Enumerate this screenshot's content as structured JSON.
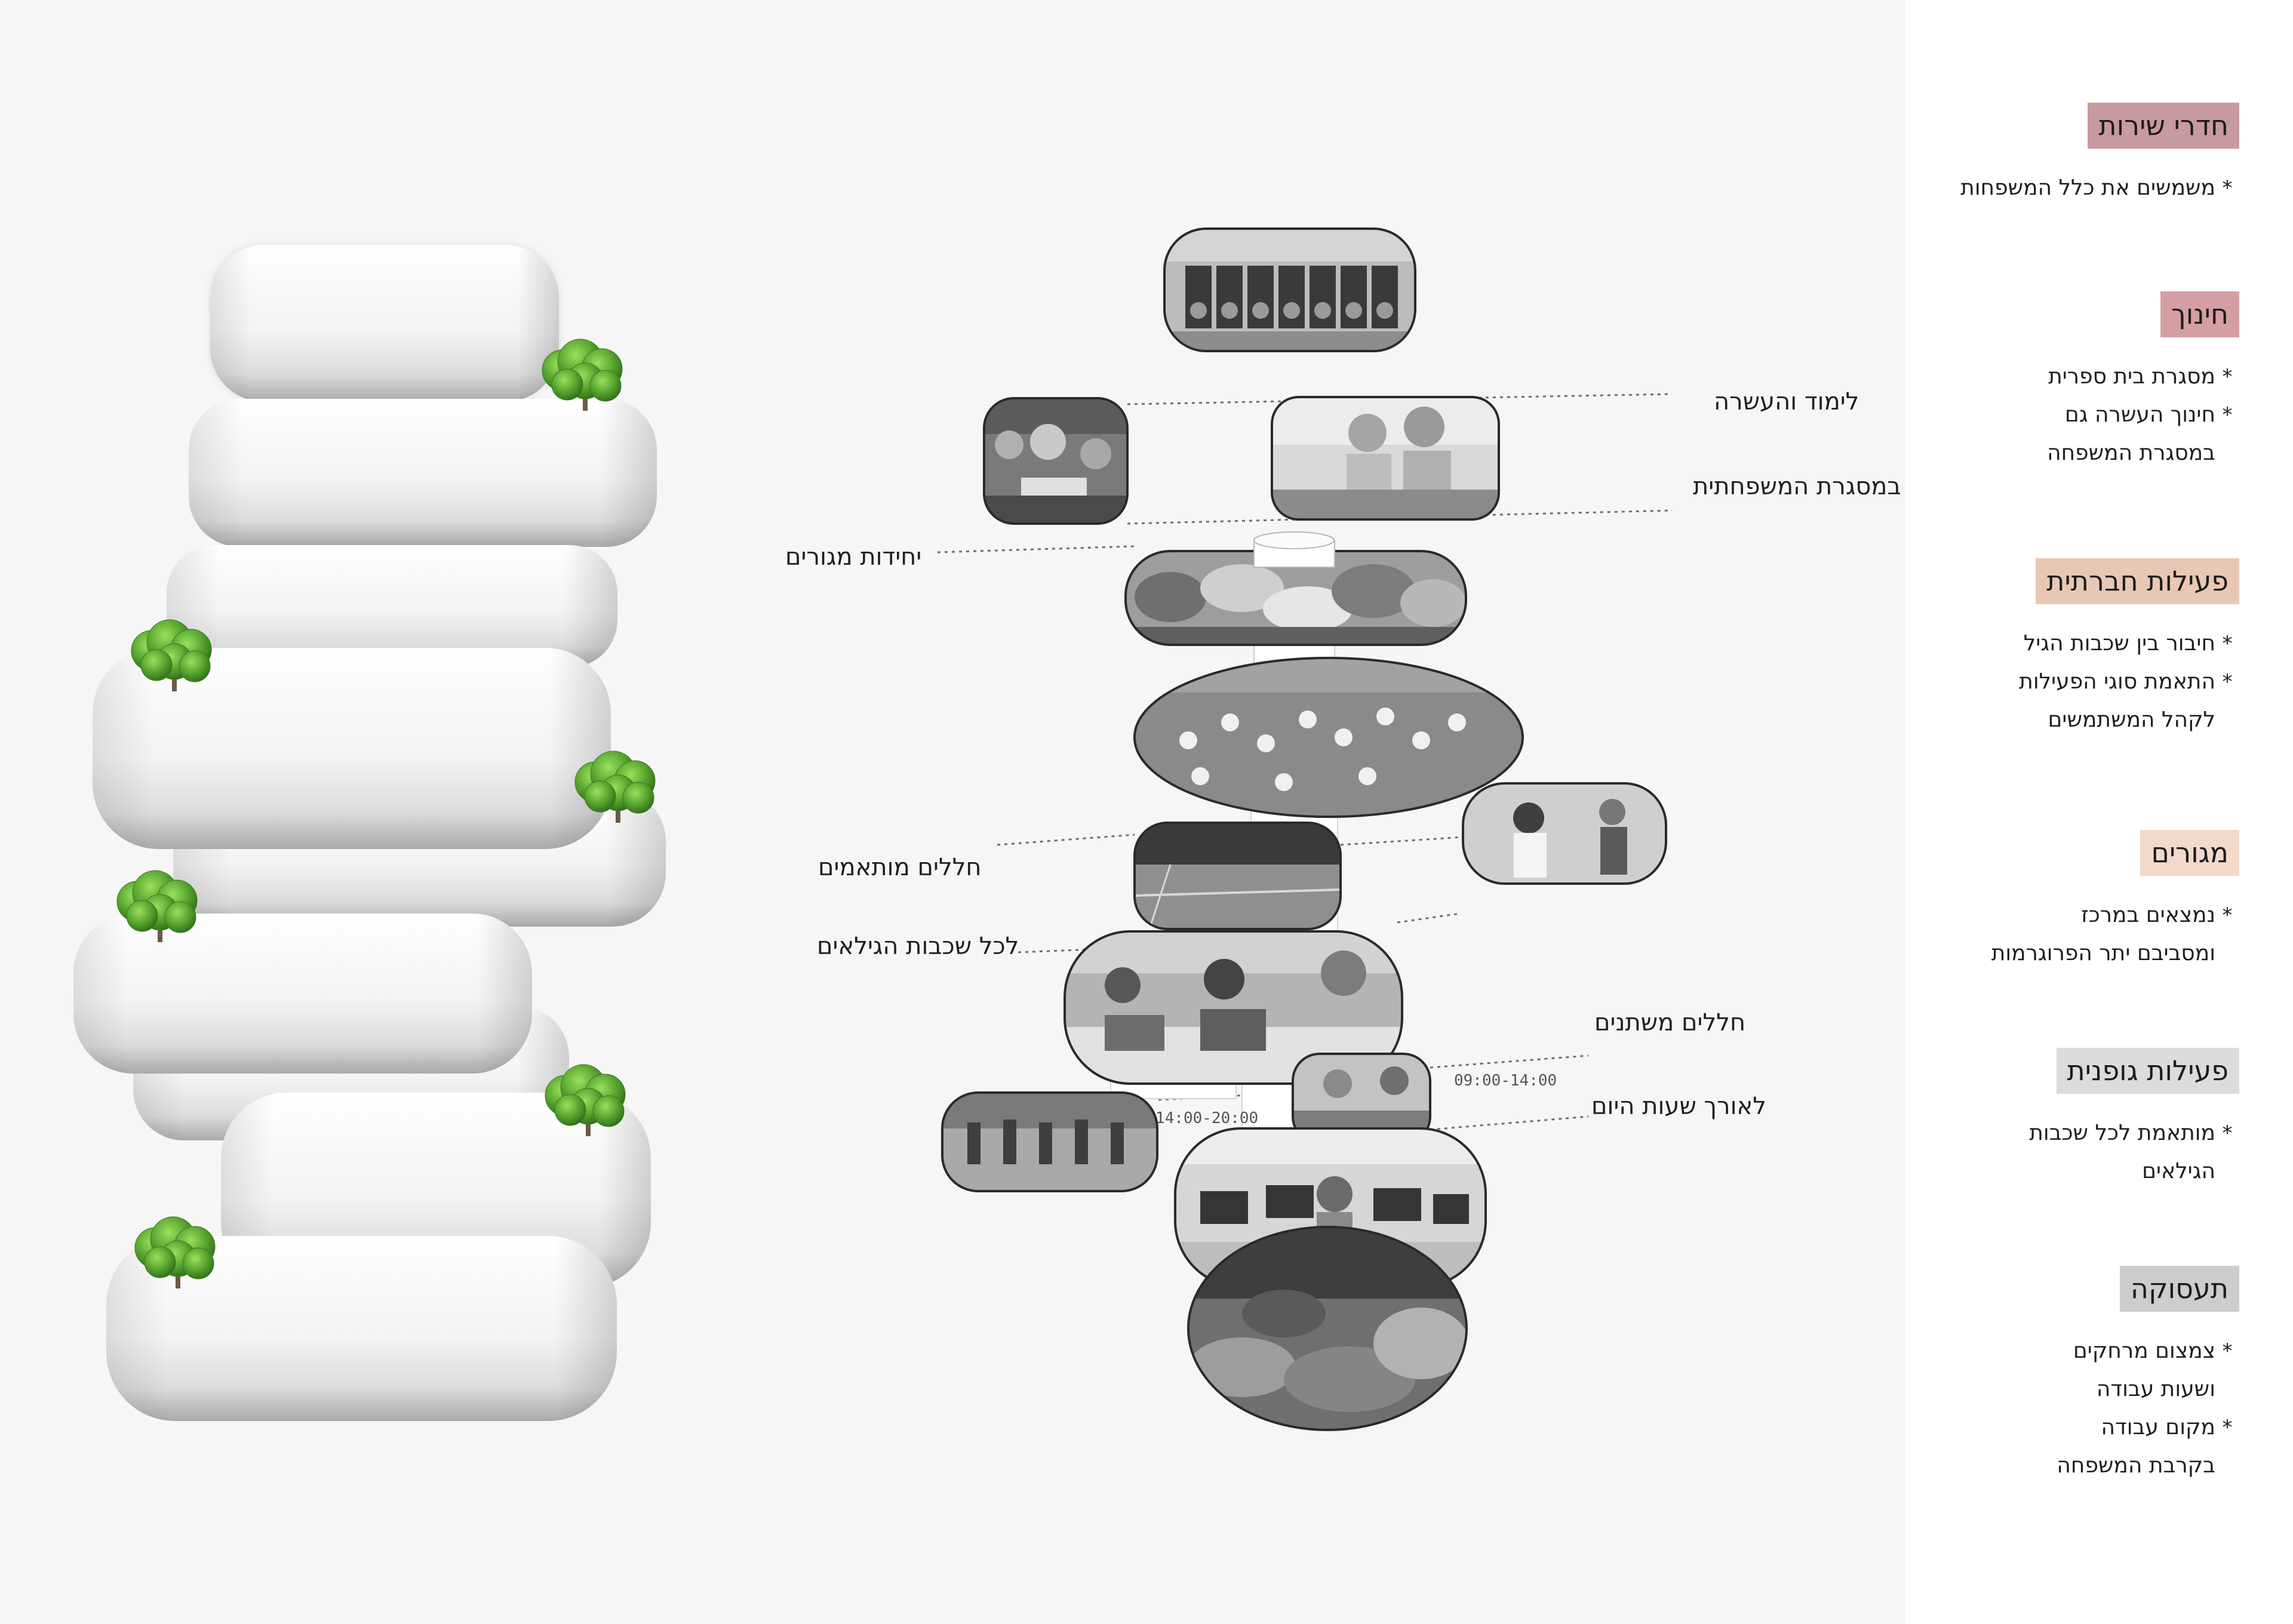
{
  "colors": {
    "canvas_bg": "#f6f6f6",
    "module_fill": "#f2f2f2",
    "photo_frame": "#2a2a2a",
    "tree_green": "#57a52f"
  },
  "callouts": {
    "learning": "לימוד והעשרה",
    "family_frame": "במסגרת המשפחתית",
    "housing_units": "יחידות מגורים",
    "adapted_spaces": "חללים מותאמים",
    "all_ages": "לכל שכבות הגילאים",
    "changing_spaces": "חללים משתנים",
    "all_day": "לאורך שעות היום",
    "time_morning": "09:00-14:00",
    "time_evening": "14:00-20:00"
  },
  "legend": [
    {
      "title": "חדרי שירות",
      "color": "#c79a9f",
      "bullets": [
        {
          "line1": "משמשים את כלל המשפחות",
          "line2": ""
        }
      ]
    },
    {
      "title": "חינוך",
      "color": "#d59ea3",
      "bullets": [
        {
          "line1": "מסגרת בית ספרית",
          "line2": ""
        },
        {
          "line1": "חינוך העשרה גם",
          "line2": "במסגרת המשפחה"
        }
      ]
    },
    {
      "title": "פעילות חברתית",
      "color": "#e8c8b4",
      "bullets": [
        {
          "line1": "חיבור בין שכבות הגיל",
          "line2": ""
        },
        {
          "line1": "התאמת סוגי הפעילות",
          "line2": "לקהל המשתמשים"
        }
      ]
    },
    {
      "title": "מגורים",
      "color": "#f2d9ca",
      "bullets": [
        {
          "line1": "נמצאים במרכז",
          "line2": "ומסביבם יתר הפרוגרמות"
        }
      ]
    },
    {
      "title": "פעילות גופנית",
      "color": "#dcdcdc",
      "bullets": [
        {
          "line1": "מותאמת לכל שכבות",
          "line2": "הגילאים"
        }
      ]
    },
    {
      "title": "תעסוקה",
      "color": "#cdcdcd",
      "bullets": [
        {
          "line1": "צמצום מרחקים",
          "line2": "ושעות עבודה"
        },
        {
          "line1": "מקום עבודה",
          "line2": "בקרבת המשפחה"
        }
      ]
    }
  ]
}
